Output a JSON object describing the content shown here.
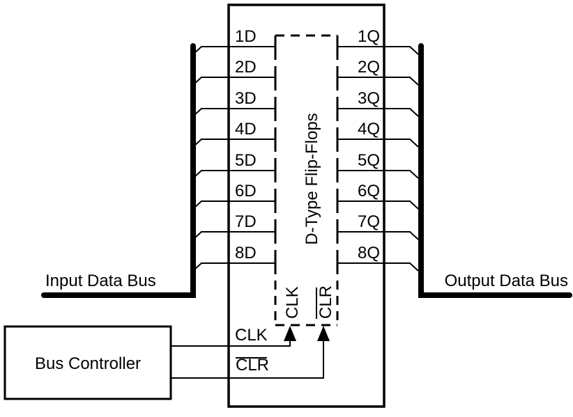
{
  "diagram": {
    "flip_flops_label": "D-Type Flip-Flops",
    "input_bus_label": "Input Data Bus",
    "output_bus_label": "Output Data Bus",
    "bus_controller_label": "Bus Controller",
    "clk_wire_label": "CLK",
    "clr_wire_label": "CLR",
    "clk_pin_label": "CLK",
    "clr_pin_label": "CLR",
    "d_inputs": [
      "1D",
      "2D",
      "3D",
      "4D",
      "5D",
      "6D",
      "7D",
      "8D"
    ],
    "q_outputs": [
      "1Q",
      "2Q",
      "3Q",
      "4Q",
      "5Q",
      "6Q",
      "7Q",
      "8Q"
    ],
    "line_color": "#000000",
    "background_color": "#ffffff"
  }
}
